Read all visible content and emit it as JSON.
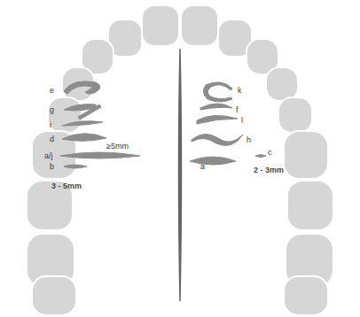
{
  "diagram": {
    "labels": [
      "e",
      "g",
      "i",
      "d",
      "a/j",
      "b",
      "≥5mm",
      "3 - 5mm",
      "k",
      "f",
      "l",
      "h",
      "a",
      "c",
      "2 - 3mm"
    ]
  }
}
